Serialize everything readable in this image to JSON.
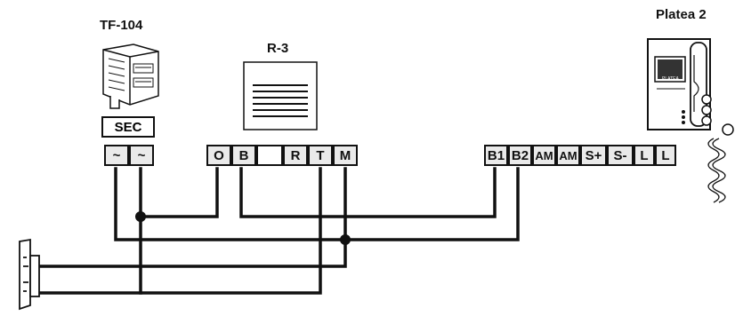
{
  "devices": {
    "transformer": {
      "name": "TF-104",
      "group_label": "SEC",
      "terminals": [
        "~",
        "~"
      ]
    },
    "relay": {
      "name": "R-3",
      "terminals": [
        "O",
        "B",
        "",
        "R",
        "T",
        "M"
      ]
    },
    "monitor": {
      "name": "Platea 2",
      "terminals": [
        "B1",
        "B2",
        "AM",
        "AM",
        "S+",
        "S-",
        "L",
        "L"
      ],
      "panel_text": "PLATEA"
    }
  },
  "icons": [
    "transformer-device-icon",
    "relay-device-icon",
    "monitor-device-icon",
    "door-lock-icon"
  ],
  "colors": {
    "wire": "#111111",
    "terminal_fill": "#eaeaea",
    "line": "#111111"
  }
}
